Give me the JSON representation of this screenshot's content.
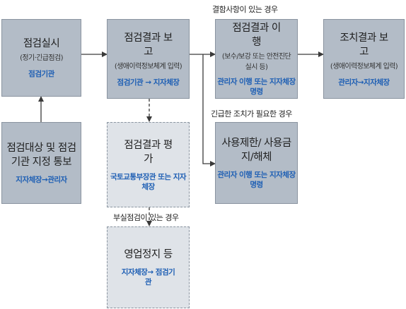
{
  "nodes": {
    "inspection": {
      "title": "점검실시",
      "sub": "(정기·긴급점검)",
      "who": "점검기관"
    },
    "target": {
      "title": "점검대상 및 점검기관 지정 통보",
      "who": "지자체장→관리자"
    },
    "report": {
      "title": "점검결과 보고",
      "sub": "(생애이력정보체계 입력)",
      "who": "점검기관 → 지자체장"
    },
    "evaluation": {
      "title": "점검결과 평가",
      "who": "국토교통부장관 또는 지자체장"
    },
    "suspension": {
      "title": "영업정지 등",
      "who": "지자체장→ 점검기관"
    },
    "implement": {
      "title": "점검결과 이행",
      "sub": "(보수/보강 또는 안전진단 실시 등)",
      "who": "관리자 이행 또는 지자체장 명령"
    },
    "restrict": {
      "title": "사용제한/ 사용금지/해체",
      "who": "관리자 이행 또는 지자체장 명령"
    },
    "action": {
      "title": "조치결과 보고",
      "sub": "(생애이력정보체계 입력)",
      "who": "관리자→지자체장"
    }
  },
  "labels": {
    "defect": "결함사항이 있는 경우",
    "urgent": "긴급한 조치가 필요한 경우",
    "poor": "부실점검이 있는 경우"
  }
}
